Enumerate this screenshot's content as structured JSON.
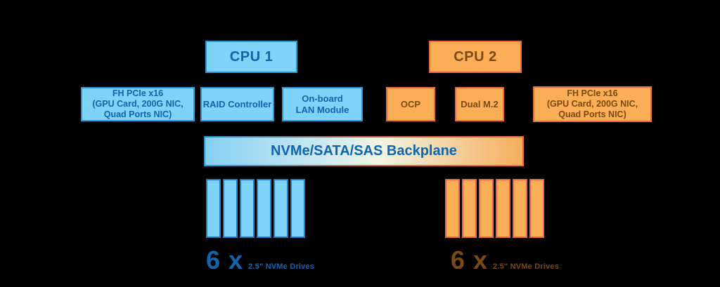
{
  "diagram": {
    "title_semantics": "Dual-CPU server block diagram",
    "cpu1": {
      "label": "CPU 1"
    },
    "cpu2": {
      "label": "CPU 2"
    },
    "cpu1_components": [
      {
        "label": "FH PCIe x16\n(GPU Card, 200G NIC,\nQuad Ports NIC)"
      },
      {
        "label": "RAID Controller"
      },
      {
        "label": "On-board\nLAN Module"
      }
    ],
    "cpu2_components": [
      {
        "label": "OCP"
      },
      {
        "label": "Dual M.2"
      },
      {
        "label": "FH PCIe x16\n(GPU Card, 200G NIC,\nQuad Ports NIC)"
      }
    ],
    "backplane": {
      "label": "NVMe/SATA/SAS Backplane"
    },
    "drives_left": {
      "count": 6,
      "label_prefix": "6 x",
      "label_suffix": "2.5\" NVMe Drives"
    },
    "drives_right": {
      "count": 6,
      "label_prefix": "6 x",
      "label_suffix": "2.5\" NVMe Drives"
    },
    "colors": {
      "background": "#000000",
      "blue_fill": "#7FD2F8",
      "blue_border": "#2D96D9",
      "blue_text": "#1164AE",
      "orange_fill": "#FBAE55",
      "orange_border": "#EB6A3C",
      "orange_text": "#7A4A11",
      "backplane_gradient_left": "#85CFF4",
      "backplane_gradient_right": "#F7AD5C"
    }
  }
}
